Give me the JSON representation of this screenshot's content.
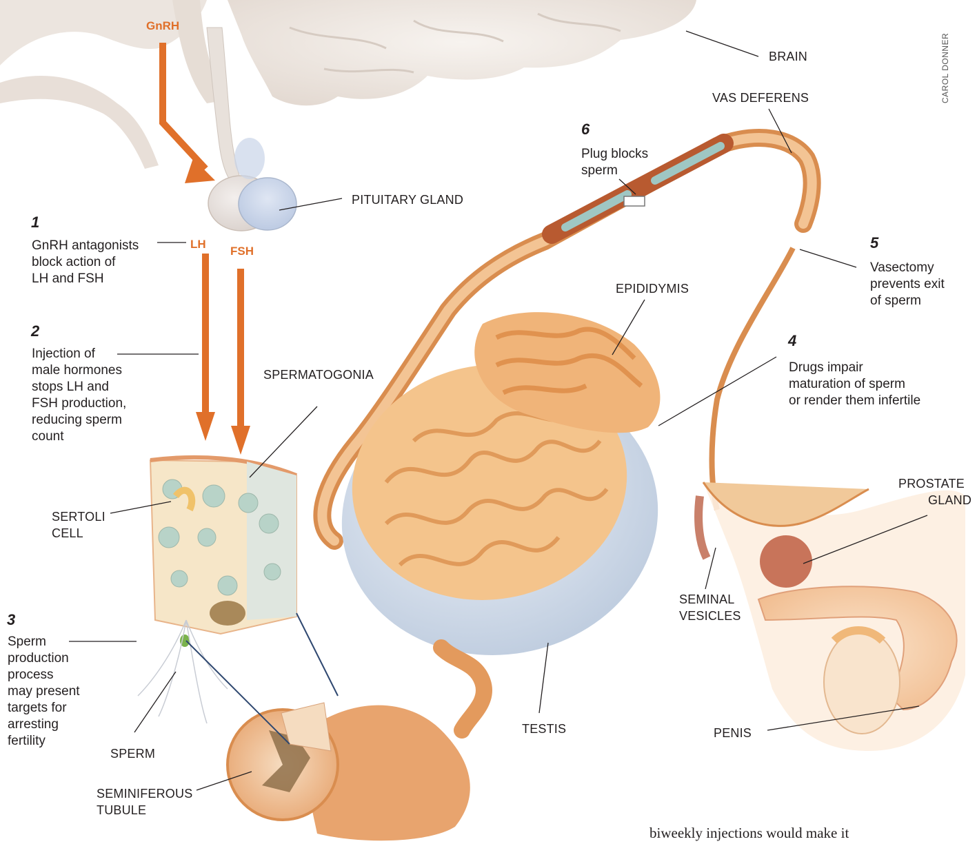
{
  "hormones": {
    "gnrh": "GnRH",
    "lh": "LH",
    "fsh": "FSH"
  },
  "structures": {
    "brain": "BRAIN",
    "pituitary": "PITUITARY GLAND",
    "vas_deferens": "VAS DEFERENS",
    "epididymis": "EPIDIDYMIS",
    "spermatogonia": "SPERMATOGONIA",
    "sertoli": [
      "SERTOLI",
      "CELL"
    ],
    "sperm": "SPERM",
    "seminiferous": [
      "SEMINIFEROUS",
      "TUBULE"
    ],
    "testis": "TESTIS",
    "prostate": [
      "PROSTATE",
      "GLAND"
    ],
    "seminal": [
      "SEMINAL",
      "VESICLES"
    ],
    "penis": "PENIS"
  },
  "steps": [
    {
      "num": "1",
      "lines": [
        "GnRH antagonists",
        "block action of",
        "LH and FSH"
      ]
    },
    {
      "num": "2",
      "lines": [
        "Injection of",
        "male hormones",
        "stops LH and",
        "FSH production,",
        "reducing sperm",
        "count"
      ]
    },
    {
      "num": "3",
      "lines": [
        "Sperm",
        "production",
        "process",
        "may present",
        "targets for",
        "arresting",
        "fertility"
      ]
    },
    {
      "num": "4",
      "lines": [
        "Drugs impair",
        "maturation of sperm",
        "or render them infertile"
      ]
    },
    {
      "num": "5",
      "lines": [
        "Vasectomy",
        "prevents exit",
        "of sperm"
      ]
    },
    {
      "num": "6",
      "lines": [
        "Plug blocks",
        "sperm"
      ]
    }
  ],
  "credit": "CAROL DONNER",
  "body_text": "biweekly injections would make it",
  "colors": {
    "arrow": "#e0702a",
    "tissue": "#f2c28a",
    "duct": "#e8a468",
    "brain": "#efe9e4",
    "leader": "#231f20"
  }
}
